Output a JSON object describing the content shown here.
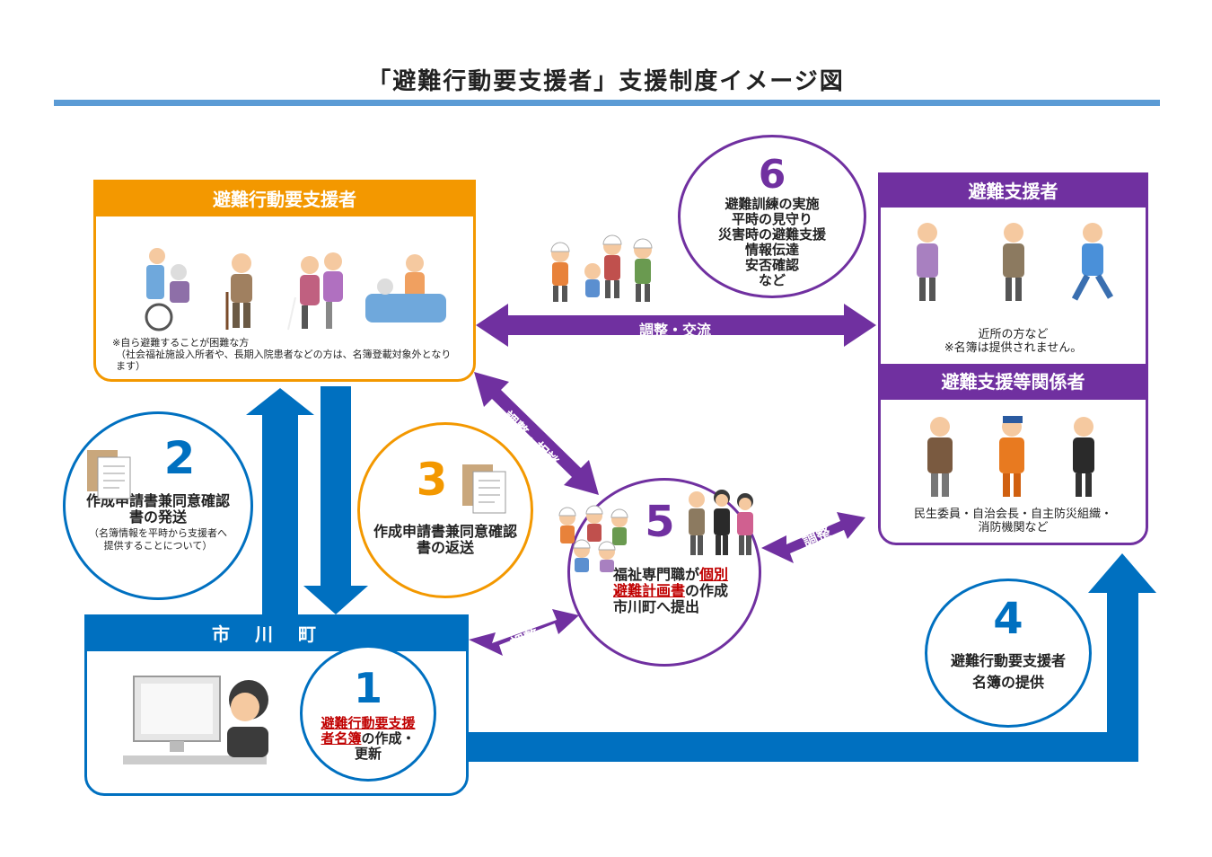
{
  "title": "「避難行動要支援者」支援制度イメージ図",
  "colors": {
    "orange": "#f39800",
    "blue": "#0070c0",
    "purple": "#7030a0",
    "red": "#c00000"
  },
  "box_people": {
    "header": "避難行動要支援者",
    "note1": "※自ら避難することが困難な方",
    "note2": "（社会福祉施設入所者や、長期入院患者などの方は、名簿登載対象外となります）"
  },
  "box_city": {
    "header": "市川町"
  },
  "box_support": {
    "header": "避難支援者",
    "caption1": "近所の方など",
    "caption2": "※名簿は提供されません。"
  },
  "box_related": {
    "header": "避難支援等関係者",
    "caption1": "民生委員・自治会長・自主防災組織・",
    "caption2": "消防機関など"
  },
  "steps": {
    "s1": {
      "num": "1",
      "line1": "避難行動要支援",
      "line2a": "者名簿",
      "line2b": "の作成・",
      "line3": "更新"
    },
    "s2": {
      "num": "2",
      "line1": "作成申請書兼同意確認",
      "line2": "書の発送",
      "sub1": "（名簿情報を平時から支援者へ",
      "sub2": "提供することについて）"
    },
    "s3": {
      "num": "3",
      "line1": "作成申請書兼同意確認",
      "line2": "書の返送"
    },
    "s4": {
      "num": "4",
      "line1": "避難行動要支援者",
      "line2": "名簿の提供"
    },
    "s5": {
      "num": "5",
      "line1a": "福祉専門職が",
      "line1b": "個別",
      "line2a": "避難計画書",
      "line2b": "の作成",
      "line3": "市川町へ提出"
    },
    "s6": {
      "num": "6",
      "lines": [
        "避難訓練の実施",
        "平時の見守り",
        "災害時の避難支援",
        "情報伝達",
        "安否確認",
        "など"
      ]
    }
  },
  "arrows": {
    "top": "調整・交流",
    "diag": "調整・相談",
    "city5": "調整",
    "right5": "調整"
  }
}
